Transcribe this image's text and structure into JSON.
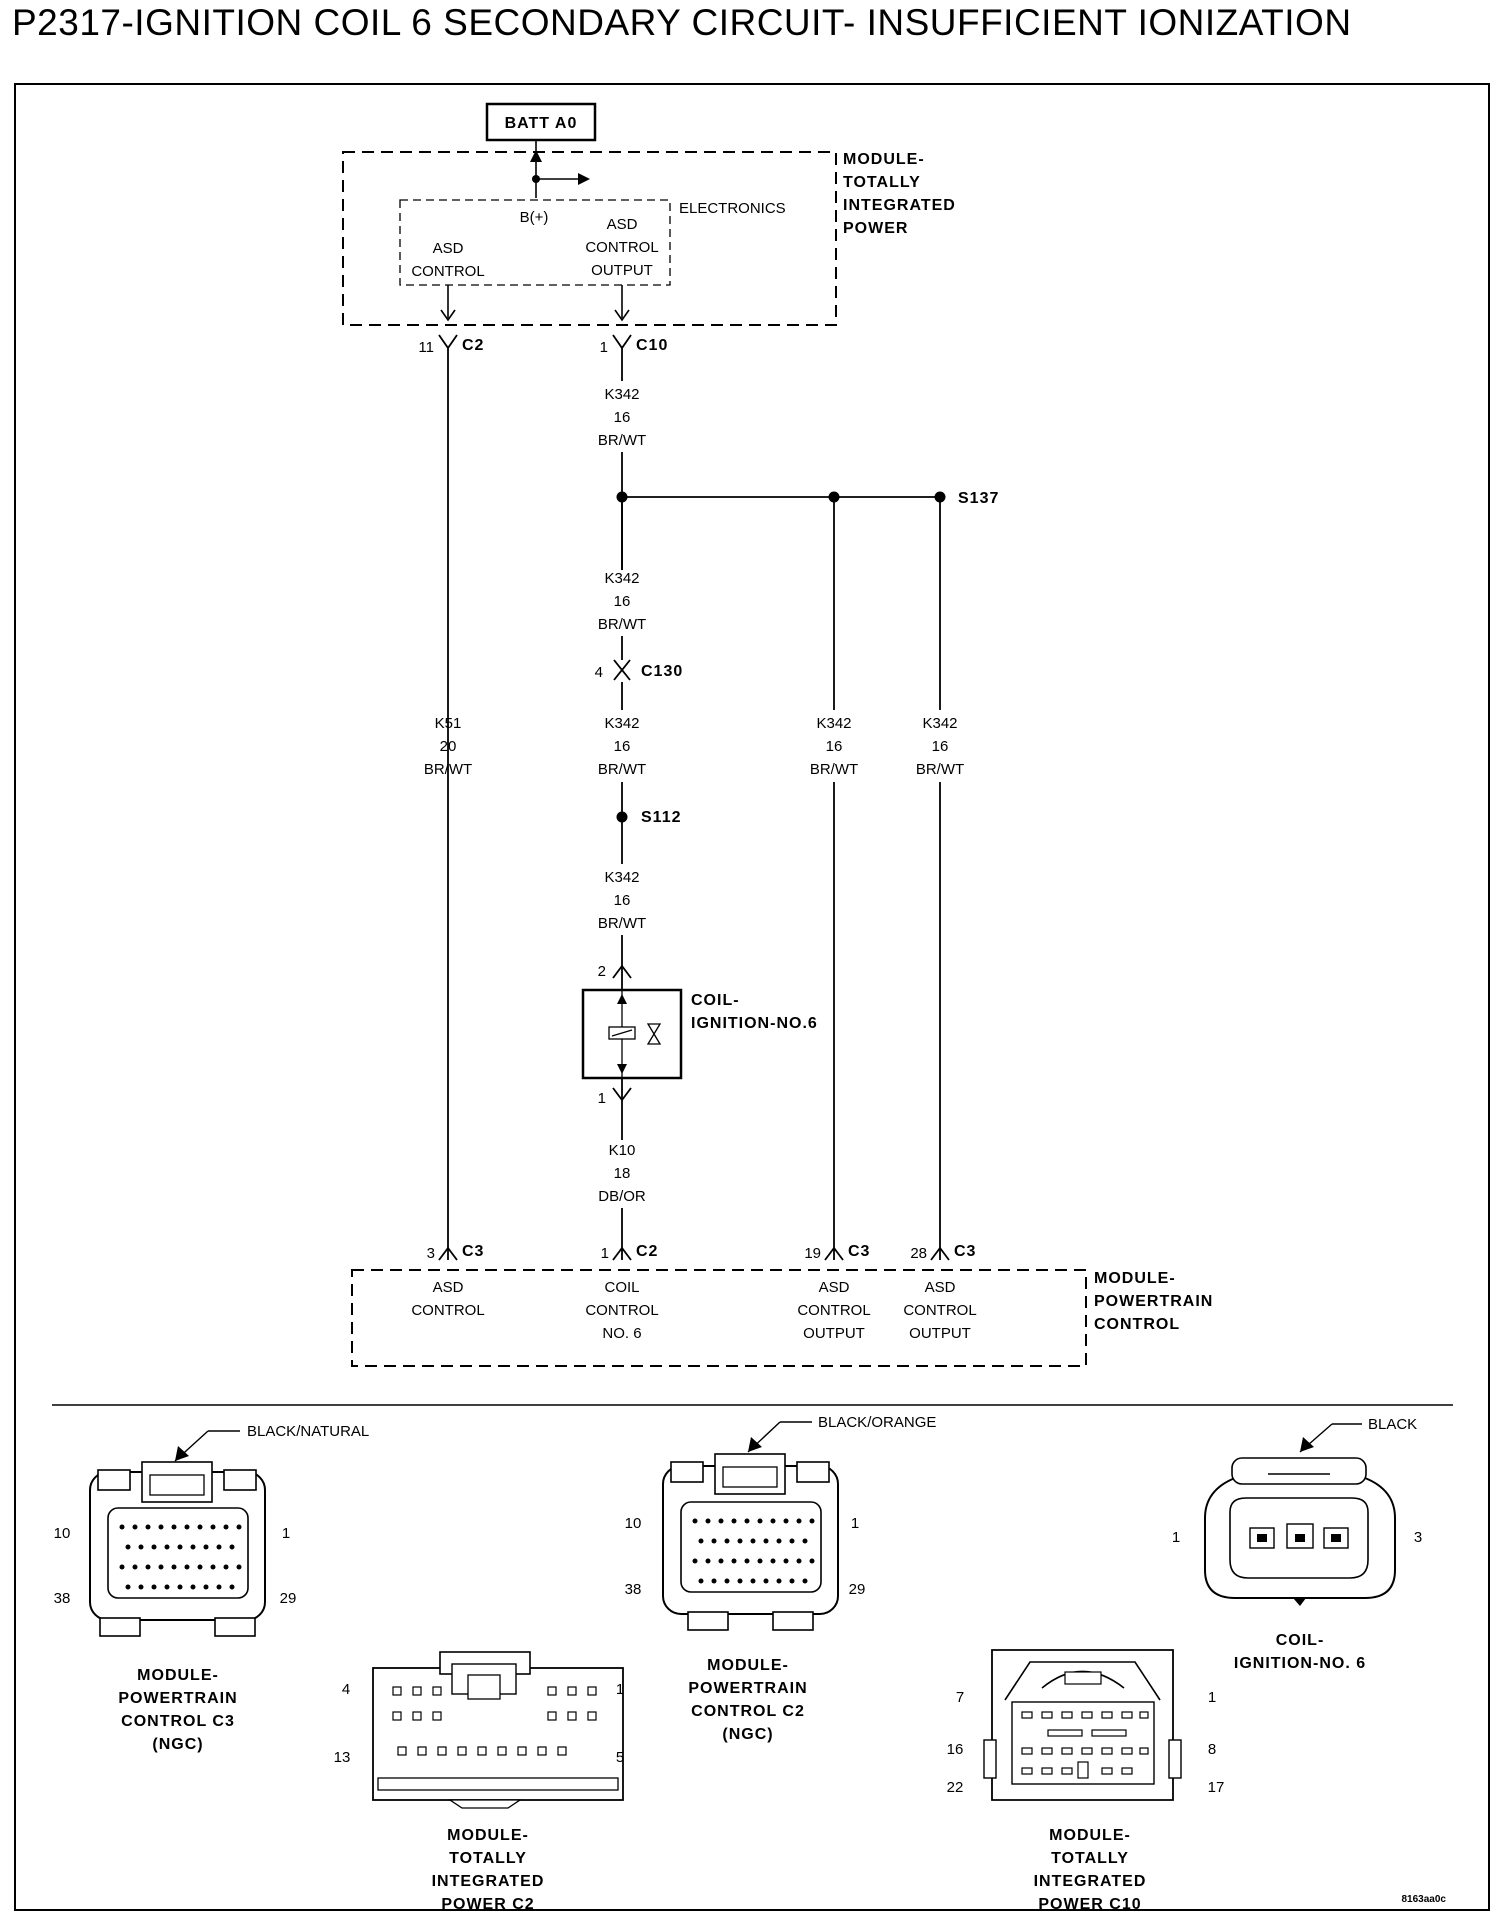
{
  "title": "P2317-IGNITION COIL 6 SECONDARY CIRCUIT- INSUFFICIENT IONIZATION",
  "batt": "BATT A0",
  "tipm": {
    "name": [
      "MODULE-",
      "TOTALLY",
      "INTEGRATED",
      "POWER"
    ],
    "electronics": "ELECTRONICS",
    "bplus": "B(+)",
    "asd_control": [
      "ASD",
      "CONTROL"
    ],
    "asd_control_output": [
      "ASD",
      "CONTROL",
      "OUTPUT"
    ]
  },
  "tipm_pins": [
    {
      "pin": "11",
      "connector": "C2"
    },
    {
      "pin": "1",
      "connector": "C10"
    }
  ],
  "wires": {
    "k342": [
      "K342",
      "16",
      "BR/WT"
    ],
    "k51": [
      "K51",
      "20",
      "BR/WT"
    ],
    "k10": [
      "K10",
      "18",
      "DB/OR"
    ]
  },
  "splices": [
    "S137",
    "S112"
  ],
  "inline_connector": {
    "pin": "4",
    "connector": "C130"
  },
  "coil": {
    "name": [
      "COIL-",
      "IGNITION-NO.6"
    ],
    "pin_top": "2",
    "pin_bottom": "1"
  },
  "pcm_pins": [
    {
      "pin": "3",
      "connector": "C3"
    },
    {
      "pin": "1",
      "connector": "C2"
    },
    {
      "pin": "19",
      "connector": "C3"
    },
    {
      "pin": "28",
      "connector": "C3"
    }
  ],
  "pcm": {
    "name": [
      "MODULE-",
      "POWERTRAIN",
      "CONTROL"
    ],
    "functions": [
      [
        "ASD",
        "CONTROL"
      ],
      [
        "COIL",
        "CONTROL",
        "NO. 6"
      ],
      [
        "ASD",
        "CONTROL",
        "OUTPUT"
      ],
      [
        "ASD",
        "CONTROL",
        "OUTPUT"
      ]
    ]
  },
  "connector_views": [
    {
      "color": "BLACK/NATURAL",
      "pins": [
        "10",
        "1",
        "38",
        "29"
      ],
      "label": [
        "MODULE-",
        "POWERTRAIN",
        "CONTROL C3",
        "(NGC)"
      ]
    },
    {
      "color": "",
      "pins": [
        "4",
        "1",
        "13",
        "5"
      ],
      "label": [
        "MODULE-",
        "TOTALLY",
        "INTEGRATED",
        "POWER C2"
      ]
    },
    {
      "color": "BLACK/ORANGE",
      "pins": [
        "10",
        "1",
        "38",
        "29"
      ],
      "label": [
        "MODULE-",
        "POWERTRAIN",
        "CONTROL C2",
        "(NGC)"
      ]
    },
    {
      "color": "",
      "pins": [
        "7",
        "1",
        "16",
        "8",
        "22",
        "17"
      ],
      "label": [
        "MODULE-",
        "TOTALLY",
        "INTEGRATED",
        "POWER C10"
      ]
    },
    {
      "color": "BLACK",
      "pins": [
        "1",
        "3"
      ],
      "label": [
        "COIL-",
        "IGNITION-NO. 6"
      ]
    }
  ],
  "figure_id": "8163aa0c"
}
